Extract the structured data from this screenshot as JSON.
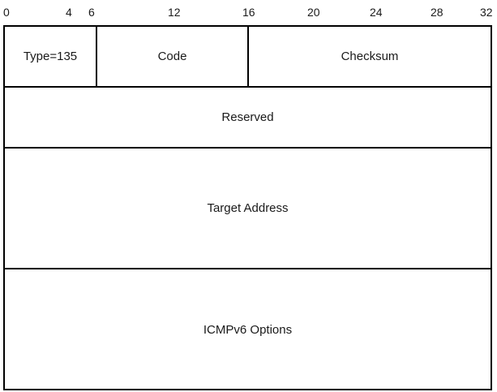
{
  "bit_ruler": [
    "0",
    "4",
    "6",
    "12",
    "16",
    "20",
    "24",
    "28",
    "32"
  ],
  "fields": {
    "type": "Type=135",
    "code": "Code",
    "checksum": "Checksum",
    "reserved": "Reserved",
    "target_address": "Target Address",
    "options": "ICMPv6 Options"
  }
}
